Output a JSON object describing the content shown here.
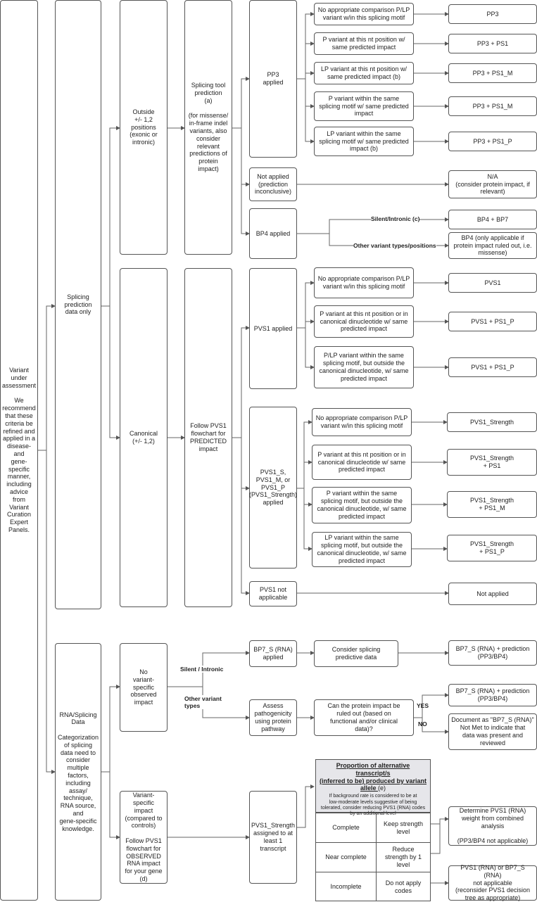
{
  "root": "Variant\nunder\nassessment\n\nWe\nrecommend\nthat these\ncriteria be\nrefined and\napplied in a\ndisease-\nand\ngene-specific\nmanner,\nincluding\nadvice\nfrom\nVariant\nCuration\nExpert\nPanels.",
  "level1": {
    "splicing_prediction": "Splicing\nprediction\ndata only",
    "rna_splicing": "RNA/Splicing\nData\n\nCategorization\nof splicing\ndata need to\nconsider\nmultiple\nfactors,\nincluding\nassay/\ntechnique,\nRNA source,\nand\ngene-specific\nknowledge."
  },
  "level2": {
    "outside": "Outside\n+/- 1,2\npositions\n(exonic or\nintronic)",
    "canonical": "Canonical\n(+/- 1,2)",
    "no_specific": "No\nvariant-specific\nobserved\nimpact",
    "specific": "Variant-specific\nimpact\n(compared to\ncontrols)\n\nFollow PVS1\nflowchart for\nOBSERVED\nRNA impact\nfor your gene\n(d)"
  },
  "level3": {
    "splicing_tool": "Splicing tool\nprediction\n(a)\n\n(for missense/\nin-frame indel\nvariants, also\nconsider\nrelevant\npredictions of\nprotein\nimpact)",
    "follow_pvs1": "Follow PVS1\nflowchart for\nPREDICTED\nimpact"
  },
  "level4": {
    "pp3_applied": "PP3\napplied",
    "not_applied": "Not applied\n(prediction\ninconclusive)",
    "bp4_applied": "BP4 applied",
    "pvs1_applied": "PVS1 applied",
    "pvs1_strength": "PVS1_S,\nPVS1_M, or\nPVS1_P\n(PVS1_Strength)\napplied",
    "pvs1_not": "PVS1 not\napplicable",
    "bp7_rna": "BP7_S (RNA)\napplied",
    "assess": "Assess\npathogenicity\nusing protein\npathway",
    "pvs1_assigned": "PVS1_Strength\nassigned to at\nleast 1\ntranscript"
  },
  "conditions": {
    "pp3_1": "No appropriate comparison P/LP\nvariant w/in this splicing motif",
    "pp3_2": "P variant at this nt position w/\nsame predicted impact",
    "pp3_3": "LP variant at this nt position w/\nsame predicted impact (b)",
    "pp3_4": "P variant within the same\nsplicing motif w/ same predicted\nimpact",
    "pp3_5": "LP variant within the same\nsplicing motif w/ same predicted\nimpact (b)",
    "pvs1_1": "No appropriate comparison P/LP\nvariant w/in this splicing motif",
    "pvs1_2": "P variant at this nt position or in\ncanonical dinucleotide w/ same\npredicted impact",
    "pvs1_3": "P/LP variant within the same\nsplicing motif, but outside the\ncanonical dinucleotide, w/ same\npredicted impact",
    "str_1": "No appropriate comparison P/LP\nvariant w/in this splicing motif",
    "str_2": "P variant at this nt position or in\ncanonical dinucleotide w/ same\npredicted impact",
    "str_3": "P variant within the same\nsplicing motif, but outside the\ncanonical dinucleotide, w/ same\npredicted impact",
    "str_4": "LP variant within the same\nsplicing motif, but outside the\ncanonical dinucleotide, w/ same\npredicted impact",
    "consider_splicing": "Consider splicing\npredictive data",
    "protein_ruled_out": "Can the protein impact be\nruled out (based on\nfunctional and/or clinical\ndata)?"
  },
  "outcomes": {
    "pp3": "PP3",
    "pp3_ps1": "PP3 + PS1",
    "pp3_ps1_m": "PP3 + PS1_M",
    "pp3_ps1_m2": "PP3 + PS1_M",
    "pp3_ps1_p": "PP3 + PS1_P",
    "na": "N/A\n(consider protein impact, if\nrelevant)",
    "bp4_bp7": "BP4 + BP7",
    "bp4_only": "BP4 (only applicable if\nprotein impact ruled out, i.e.\nmissense)",
    "pvs1": "PVS1",
    "pvs1_ps1_p": "PVS1 + PS1_P",
    "pvs1_ps1_p2": "PVS1 + PS1_P",
    "str": "PVS1_Strength",
    "str_ps1": "PVS1_Strength\n+ PS1",
    "str_ps1_m": "PVS1_Strength\n+ PS1_M",
    "str_ps1_p": "PVS1_Strength\n+ PS1_P",
    "not_applied": "Not applied",
    "bp7_pred": "BP7_S (RNA) + prediction\n(PP3/BP4)",
    "bp7_pred2": "BP7_S (RNA) + prediction\n(PP3/BP4)",
    "document": "Document as \"BP7_S (RNA)\"\nNot Met to indicate that\ndata was present and\nreviewed",
    "determine": "Determine PVS1 (RNA)\nweight from combined\nanalysis\n\n(PP3/BP4 not applicable)",
    "rna_not": "PVS1 (RNA) or BP7_S (RNA)\nnot applicable\n(reconsider PVS1 decision\ntree as appropriate)"
  },
  "labels": {
    "silent_intronic_c": "Silent/Intronic (c)",
    "other_types": "Other variant types/positions",
    "silent_intronic": "Silent / Intronic",
    "other_variant": "Other variant\ntypes",
    "yes": "YES",
    "no": "NO"
  },
  "proportion": {
    "title": "Proportion of alternative transcript/s\n(inferred to be) produced by variant\nallele",
    "title_mark": "(e)",
    "note": "If background rate is considered to be at\nlow-moderate levels suggestive of being\ntolerated, consider reducing PVS1 (RNA) codes\nby an additional level",
    "rows": [
      {
        "level": "Complete",
        "action": "Keep strength\nlevel"
      },
      {
        "level": "Near complete",
        "action": "Reduce\nstrength by 1\nlevel"
      },
      {
        "level": "Incomplete",
        "action": "Do not apply\ncodes"
      }
    ]
  }
}
